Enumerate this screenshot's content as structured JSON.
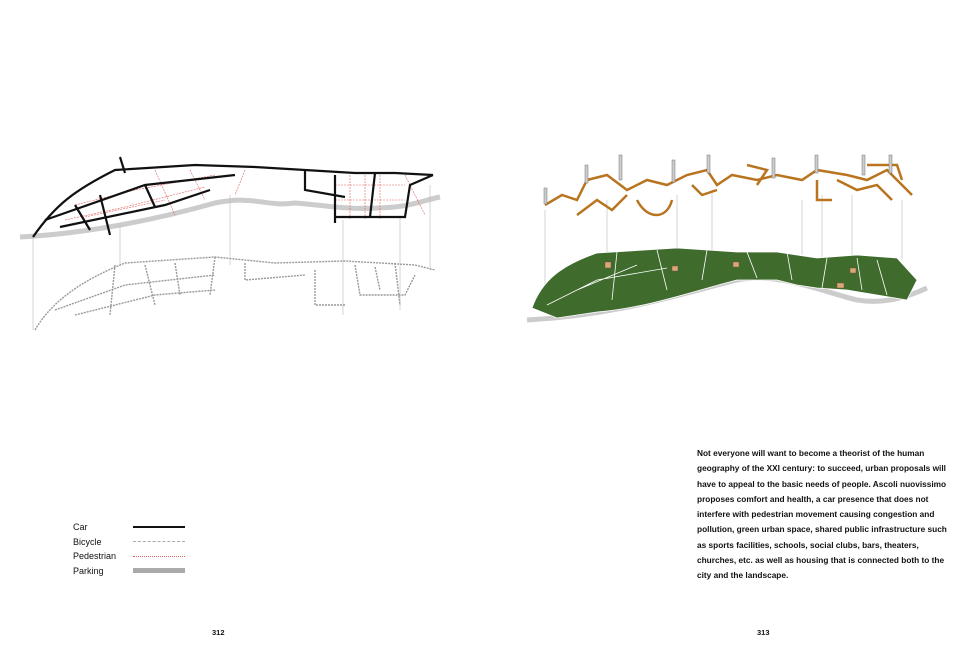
{
  "left_page": {
    "page_number": "312",
    "legend": [
      {
        "label": "Car",
        "style": "solid-black"
      },
      {
        "label": "Bicycle",
        "style": "dashed-grey"
      },
      {
        "label": "Pedestrian",
        "style": "dotted-red"
      },
      {
        "label": "Parking",
        "style": "thick-grey"
      }
    ]
  },
  "right_page": {
    "page_number": "313",
    "body_text": "Not everyone will want to become a theorist of the human geography of the XXI century: to succeed, urban proposals will have to appeal to the basic needs of people. Ascoli nuovissimo proposes comfort and health, a car presence that does not interfere with pedestrian movement causing congestion and pollution, green urban space, shared public infrastructure such as sports facilities, schools, social clubs, bars, theaters, churches, etc. as well as housing that is connected both to the city and the landscape."
  },
  "colors": {
    "car": "#111111",
    "pedestrian": "#e06060",
    "parking": "#aaaaaa",
    "green": "#3f6b2d",
    "orange": "#b8741f"
  }
}
